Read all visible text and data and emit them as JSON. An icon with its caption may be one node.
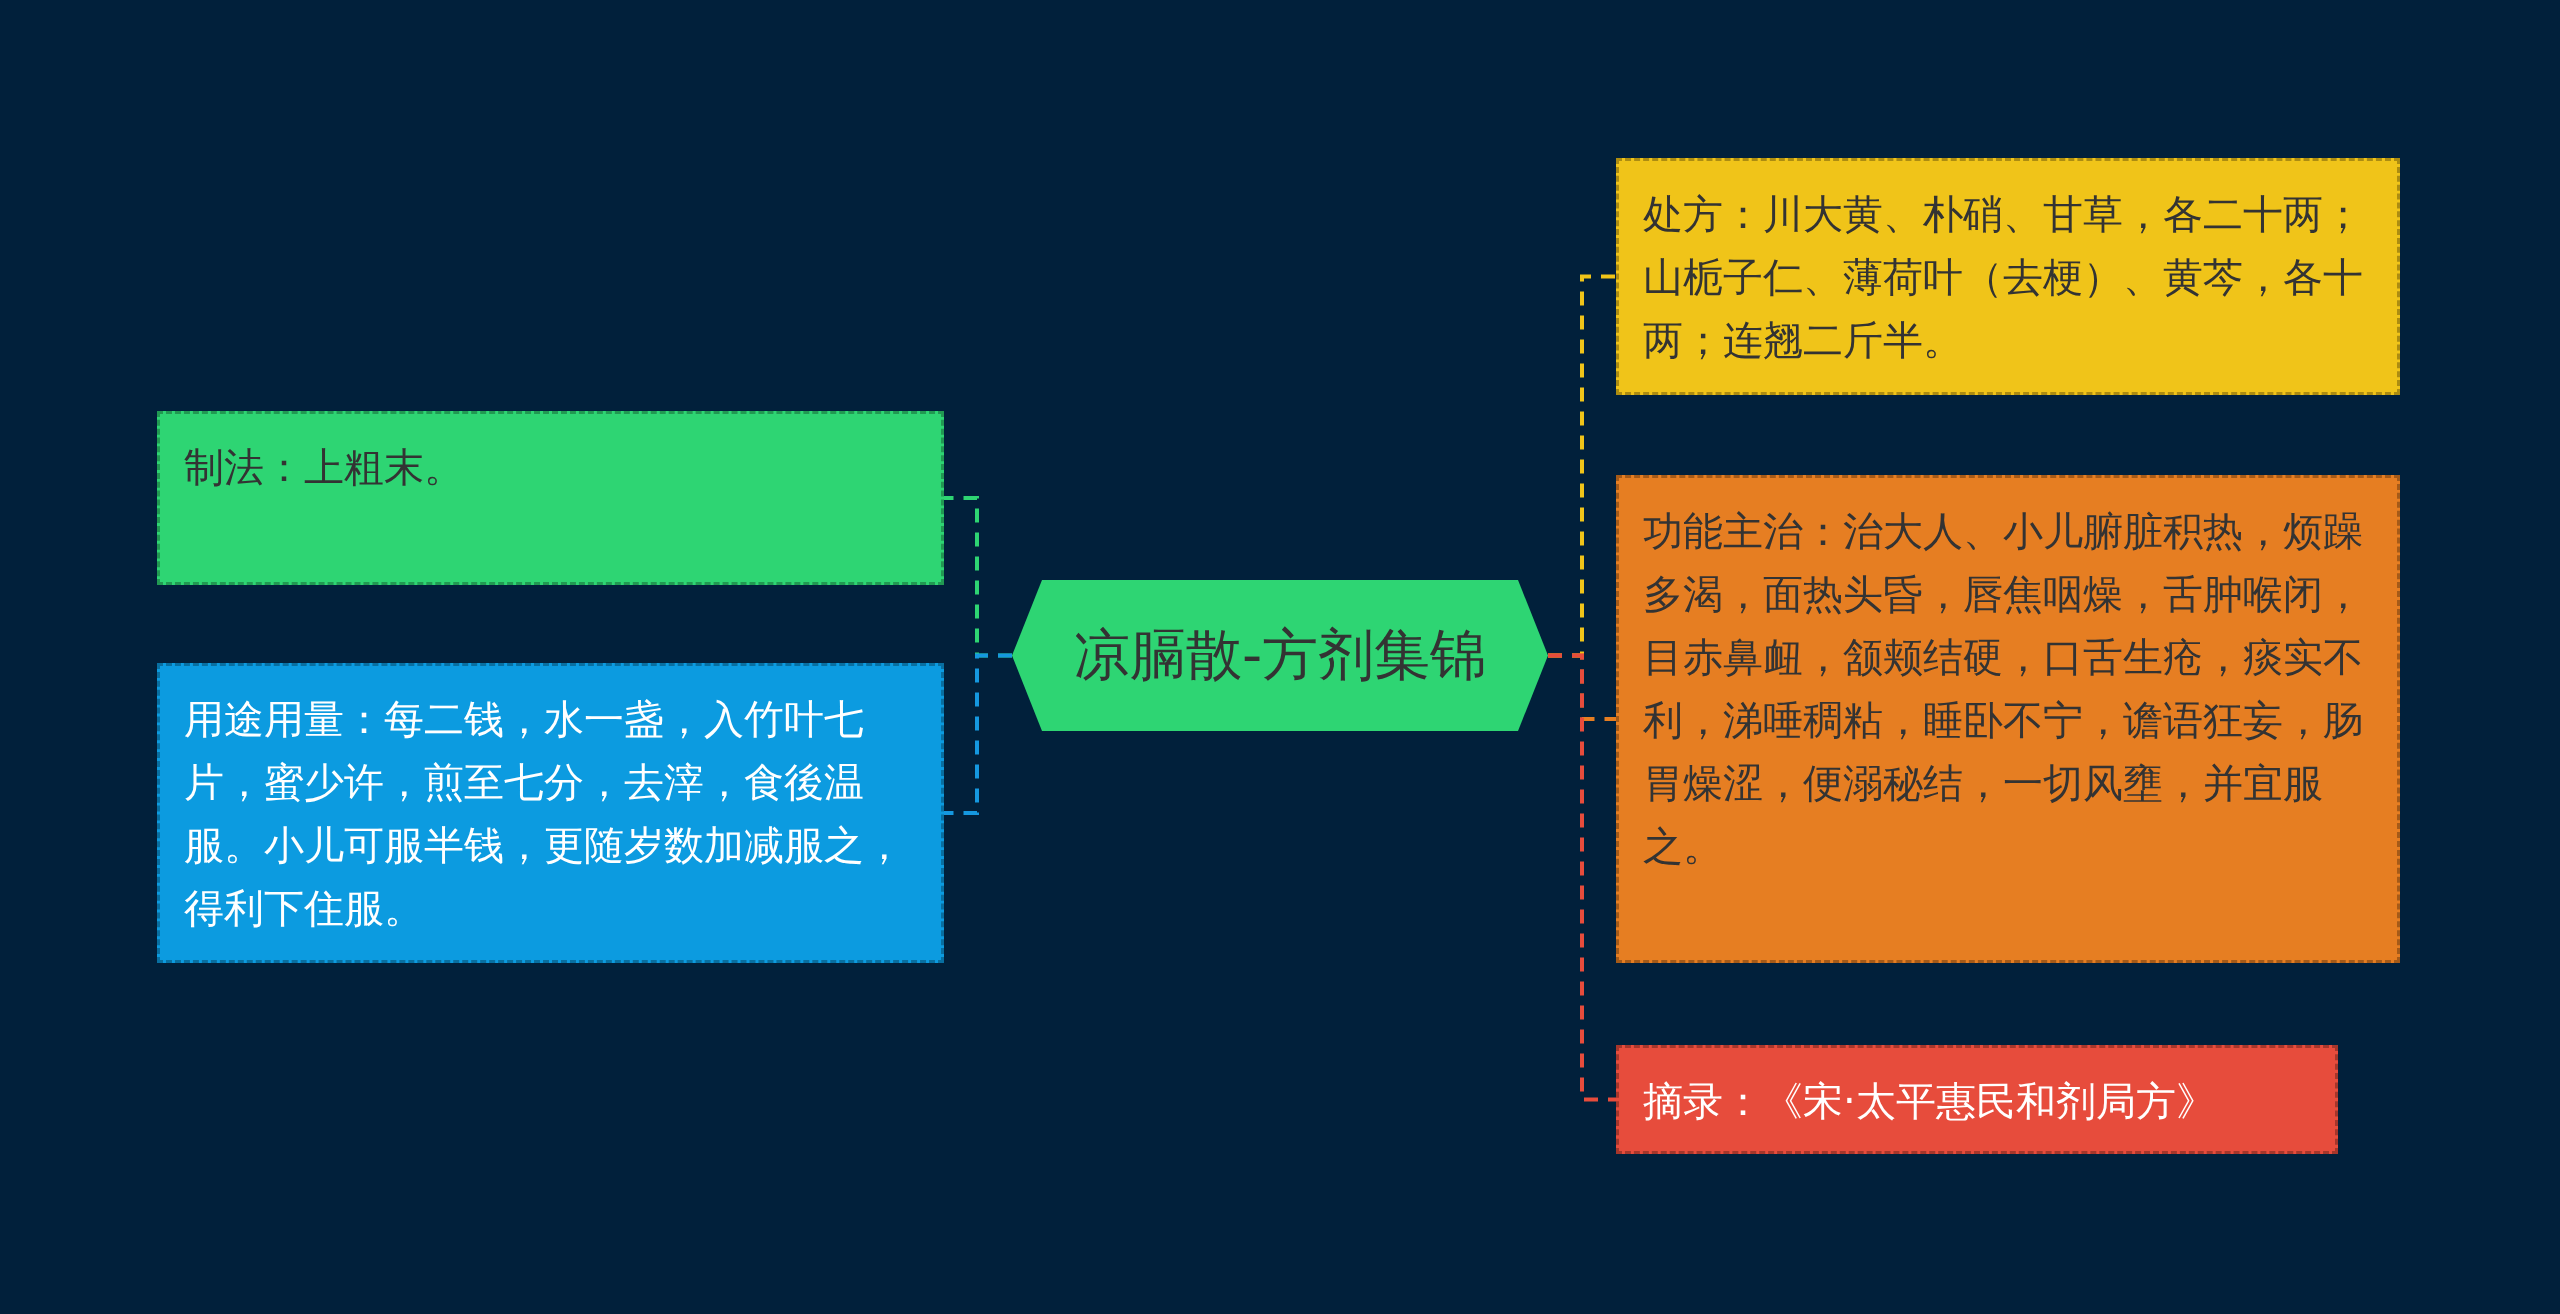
{
  "diagram": {
    "nodes": [
      {
        "text": [
          "凉膈散-方剂集锦"
        ]
      },
      {
        "text": [
          "制法：上粗末。"
        ]
      },
      {
        "text": [
          "用途用量：每二钱，水一盏，入竹叶七片，蜜少许，煎至七分，去滓，食後温服。小儿可服半钱，更随岁数加减服之，得利下住服。"
        ]
      },
      {
        "text": [
          "处方：川大黄、朴硝、甘草，各二十两；山栀子仁、薄荷叶（去梗）、黄芩，各十两；连翘二斤半。"
        ]
      },
      {
        "text": [
          "功能主治：治大人、小儿腑脏积热，烦躁多渴，面热头昏，唇焦咽燥，舌肿喉闭，目赤鼻衄，颔颊结硬，口舌生疮，痰实不利，涕唾稠粘，睡卧不宁，谵语狂妄，肠胃燥涩，便溺秘结，一切风壅，并宜服之。"
        ]
      },
      {
        "text": [
          "摘录：《宋·太平惠民和剂局方》"
        ]
      }
    ],
    "edges": [
      {
        "from": 0,
        "to": 1,
        "arrow": "none",
        "style": "dashed",
        "color": "#2ed573"
      },
      {
        "from": 0,
        "to": 2,
        "arrow": "none",
        "style": "dashed",
        "color": "#1598e0"
      },
      {
        "from": 0,
        "to": 3,
        "arrow": "none",
        "style": "dashed",
        "color": "#f0c419"
      },
      {
        "from": 0,
        "to": 4,
        "arrow": "none",
        "style": "dashed",
        "color": "#e67e22"
      },
      {
        "from": 0,
        "to": 5,
        "arrow": "none",
        "style": "dashed",
        "color": "#e74c3c"
      }
    ]
  }
}
